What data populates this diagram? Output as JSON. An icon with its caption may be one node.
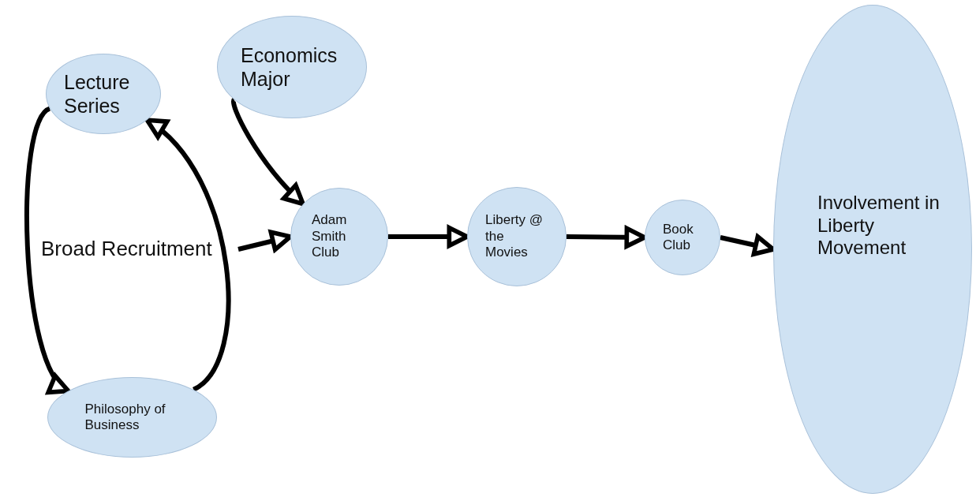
{
  "diagram": {
    "nodes": [
      {
        "text": [
          "Lecture Series"
        ]
      },
      {
        "text": [
          "Economics Major"
        ]
      },
      {
        "text": [
          "Broad Recruitment"
        ]
      },
      {
        "text": [
          "Adam Smith Club"
        ]
      },
      {
        "text": [
          "Liberty @ the Movies"
        ]
      },
      {
        "text": [
          "Book Club"
        ]
      },
      {
        "text": [
          "Involvement in Liberty Movement"
        ]
      },
      {
        "text": [
          "Philosophy of Business"
        ]
      }
    ],
    "edges": [
      {
        "from": 0,
        "to": 7,
        "arrow": "to"
      },
      {
        "from": 7,
        "to": 0,
        "arrow": "to"
      },
      {
        "from": 1,
        "to": 3,
        "arrow": "to"
      },
      {
        "from": 2,
        "to": 3,
        "arrow": "to"
      },
      {
        "from": 3,
        "to": 4,
        "arrow": "to"
      },
      {
        "from": 4,
        "to": 5,
        "arrow": "to"
      },
      {
        "from": 5,
        "to": 6,
        "arrow": "to"
      }
    ]
  }
}
